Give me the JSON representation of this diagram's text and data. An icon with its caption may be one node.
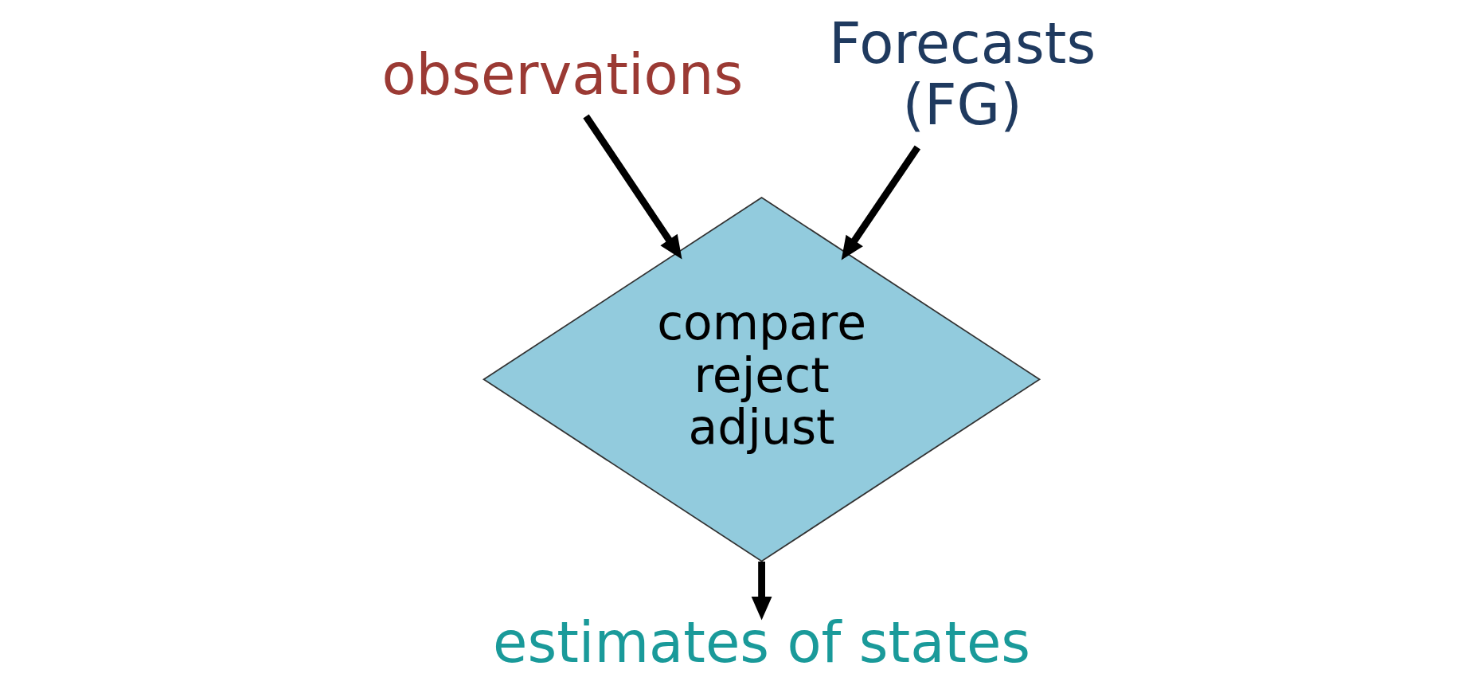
{
  "diagram": {
    "nodes": [
      {
        "text": [
          "observations"
        ]
      },
      {
        "text": [
          "compare reject adjust"
        ]
      },
      {
        "text": [
          "Forecasts (FG)"
        ]
      },
      {
        "text": [
          "estimates of states"
        ]
      }
    ],
    "edges": [
      {
        "from": 0,
        "to": 1,
        "arrow": "to"
      },
      {
        "from": 2,
        "to": 1,
        "arrow": "to"
      },
      {
        "from": 1,
        "to": 3,
        "arrow": "to"
      }
    ]
  }
}
